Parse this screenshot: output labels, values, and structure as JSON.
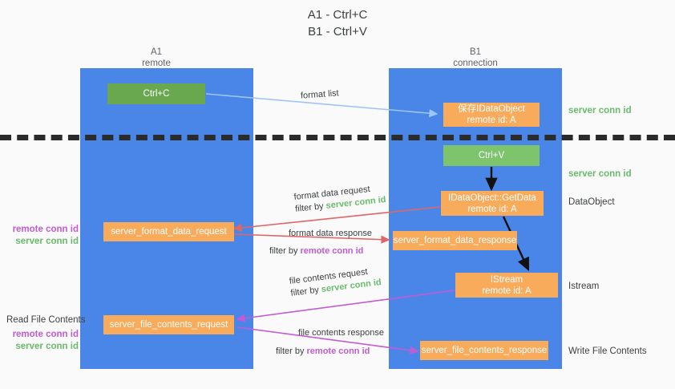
{
  "title": {
    "line1": "A1 - Ctrl+C",
    "line2": "B1 - Ctrl+V"
  },
  "lanes": [
    {
      "id": "a1",
      "name": "A1",
      "subtitle": "remote",
      "color": "#4a86e8"
    },
    {
      "id": "b1",
      "name": "B1",
      "subtitle": "connection",
      "color": "#4a86e8"
    }
  ],
  "nodes": {
    "ctrl_c": {
      "label": "Ctrl+C",
      "color": "#6aa84f"
    },
    "ctrl_v": {
      "label": "Ctrl+V",
      "color": "#7dc46c"
    },
    "idataobject": {
      "line1": "保存IDataObject",
      "line2": "remote id: A",
      "color": "#f9ab5c"
    },
    "getdata": {
      "line1": "IDataObject::GetData",
      "line2": "remote id: A",
      "color": "#f9ab5c"
    },
    "istream": {
      "line1": "IStream",
      "line2": "remote id: A",
      "color": "#f9ab5c"
    },
    "format_data_request": {
      "label": "server_format_data_request",
      "color": "#f9ab5c"
    },
    "format_data_response": {
      "label": "server_format_data_response",
      "color": "#f9ab5c"
    },
    "file_contents_request": {
      "label": "server_file_contents_request",
      "color": "#f9ab5c"
    },
    "file_contents_response": {
      "label": "server_file_contents_response",
      "color": "#f9ab5c"
    }
  },
  "right_labels": {
    "server_conn_id_1": "server conn id",
    "server_conn_id_2": "server conn id",
    "dataobject": "DataObject",
    "istream": "Istream",
    "write_file_contents": "Write File Contents"
  },
  "left_labels": {
    "remote_conn_id_1": "remote conn id",
    "server_conn_id_1": "server conn id",
    "read_file_contents": "Read File Contents",
    "remote_conn_id_2": "remote conn id",
    "server_conn_id_2": "server conn id"
  },
  "edges": {
    "format_list": {
      "label": "format list",
      "color": "#9fc5f8"
    },
    "format_data_request": {
      "label": "format data request",
      "filter_prefix": "filter by ",
      "filter_value": "server conn id",
      "color": "#e06666"
    },
    "format_data_response": {
      "label": "format data response",
      "filter_prefix": "filter by ",
      "filter_value": "remote conn id",
      "color": "#e06666"
    },
    "file_contents_request": {
      "label": "file contents request",
      "filter_prefix": "filter by ",
      "filter_value": "server conn id",
      "color": "#c25bd4"
    },
    "file_contents_response": {
      "label": "file contents response",
      "filter_prefix": "filter by ",
      "filter_value": "remote conn id",
      "color": "#c25bd4"
    }
  },
  "colors": {
    "lane": "#4a86e8",
    "orange": "#f9ab5c",
    "green": "#6aa84f",
    "green_light": "#7dc46c",
    "green_text": "#69bb6b",
    "magenta_text": "#c25bd4",
    "red_arrow": "#e06666",
    "blue_arrow": "#9fc5f8",
    "black_arrow": "#000000",
    "divider": "#2b2b2b",
    "background": "#fafafa"
  }
}
